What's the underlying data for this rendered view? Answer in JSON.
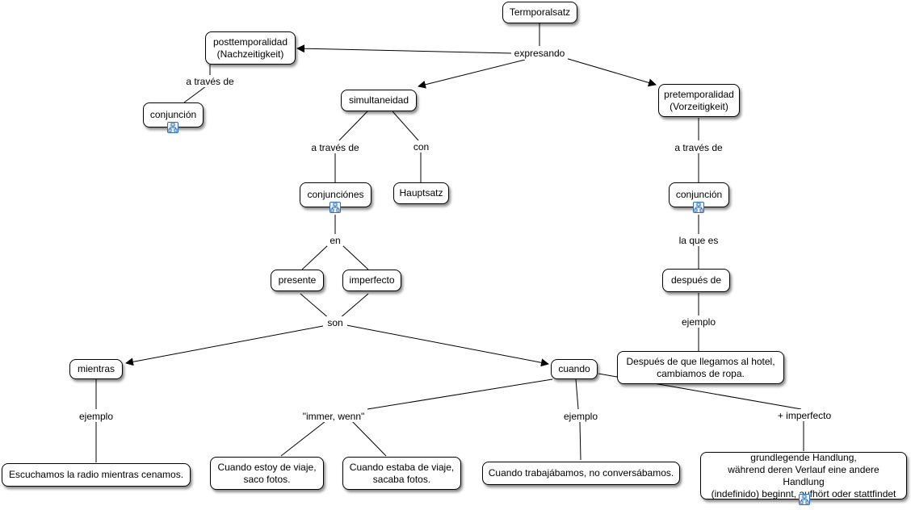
{
  "concepts": {
    "temporalsatz": "Termporalsatz",
    "posttemporalidad": "posttemporalidad\n(Nachzeitigkeit)",
    "simultaneidad": "simultaneidad",
    "pretemporalidad": "pretemporalidad\n(Vorzeitigkeit)",
    "conjuncion_left": "conjunción",
    "conjunciones": "conjunciónes",
    "hauptsatz": "Hauptsatz",
    "conjuncion_right": "conjunción",
    "presente": "presente",
    "imperfecto": "imperfecto",
    "despues_de": "después de",
    "despues_ejemplo": "Después de que llegamos al hotel,\ncambiamos de ropa.",
    "mientras": "mientras",
    "cuando": "cuando",
    "mientras_ejemplo": "Escuchamos la radio mientras cenamos.",
    "cuando_estoy": "Cuando estoy de viaje,\nsaco fotos.",
    "cuando_estaba": "Cuando estaba de viaje,\nsacaba fotos.",
    "cuando_trabajabamos": "Cuando trabajábamos, no conversábamos.",
    "grundlegende": "grundlegende Handlung,\nwährend deren Verlauf eine andere Handlung\n(indefinido) beginnt, aufhört oder stattfindet"
  },
  "links": {
    "expresando": "expresando",
    "a_traves_left": "a través de",
    "a_traves_mid": "a través de",
    "con": "con",
    "a_traves_right": "a través de",
    "en": "en",
    "la_que_es": "la que es",
    "son": "son",
    "ejemplo_right": "ejemplo",
    "ejemplo_mientras": "ejemplo",
    "immer_wenn": "\"immer, wenn\"",
    "ejemplo_cuando": "ejemplo",
    "mas_imperfecto": "+ imperfecto"
  },
  "icons": {
    "submap_icon": "concept-map-submap-icon"
  },
  "colors": {
    "line": "#000000",
    "icon_border": "#2f6fb2",
    "icon_fill": "#e9f2fb"
  }
}
